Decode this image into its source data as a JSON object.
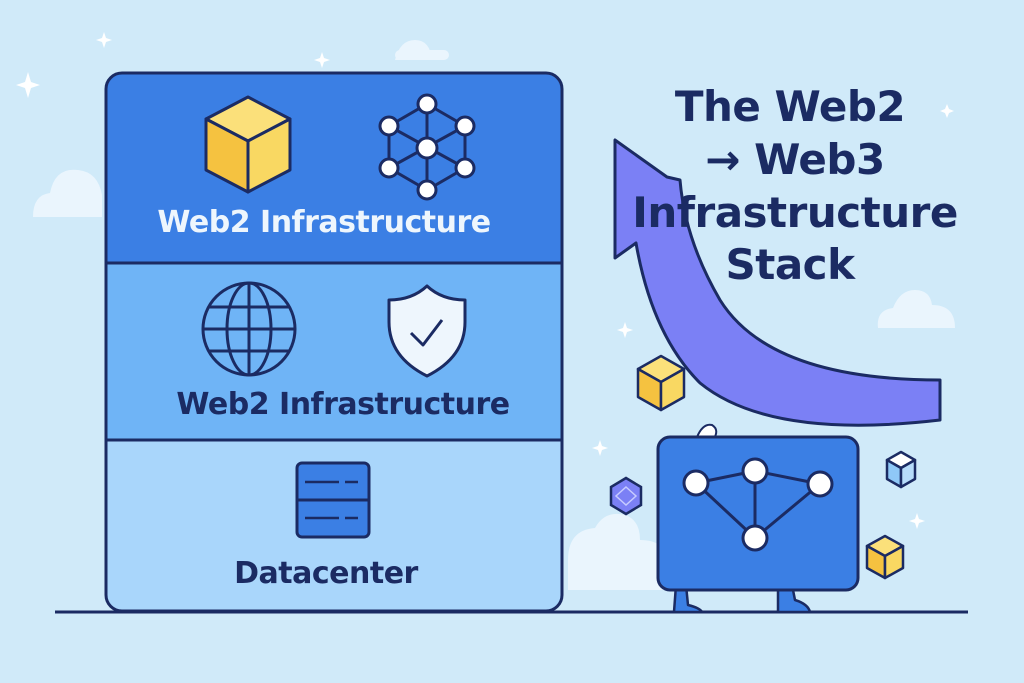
{
  "title": {
    "lines": [
      "The Web2",
      "→ Web3",
      "Infrastructure",
      "Stack"
    ]
  },
  "stack": {
    "layers": [
      {
        "label": "Web2 Infrastructure",
        "icons": [
          "cube-icon",
          "network-hexagon-icon"
        ]
      },
      {
        "label": "Web2 Infrastructure",
        "icons": [
          "globe-icon",
          "shield-check-icon"
        ]
      },
      {
        "label": "Datacenter",
        "icons": [
          "server-icon"
        ]
      }
    ]
  },
  "colors": {
    "background": "#d0eaf9",
    "layer_top": "#3b7fe4",
    "layer_middle": "#6fb4f6",
    "layer_bottom": "#a9d6fb",
    "outline": "#1b2b63",
    "arrow": "#7b80f5",
    "cube_yellow": "#f7cd4a",
    "robot_blue": "#3b7fe4"
  }
}
